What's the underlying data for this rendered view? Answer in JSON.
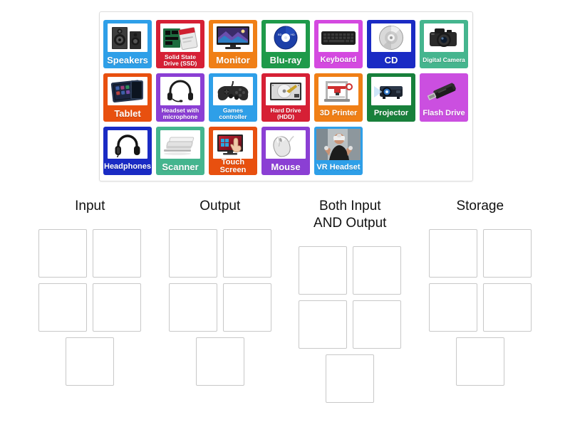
{
  "activity": {
    "type": "group-sort",
    "tile_bank": {
      "rows": [
        [
          {
            "label": "Speakers",
            "icon": "speakers-icon",
            "color": "#2e9fe8",
            "cap": "s-lg",
            "style": "pic"
          },
          {
            "label": "Solid State\nDrive (SSD)",
            "icon": "ssd-icon",
            "color": "#d62035",
            "cap": "s-sm",
            "style": "pic"
          },
          {
            "label": "Monitor",
            "icon": "monitor-icon",
            "color": "#f07f16",
            "cap": "s-lg",
            "style": "pic"
          },
          {
            "label": "Blu-ray",
            "icon": "bluray-disc-icon",
            "color": "#1e9a4a",
            "cap": "s-lg",
            "style": "pic"
          },
          {
            "label": "Keyboard",
            "icon": "keyboard-icon",
            "color": "#d449e0",
            "cap": "s-md",
            "style": "pic"
          },
          {
            "label": "CD",
            "icon": "cd-disc-icon",
            "color": "#1a2bc4",
            "cap": "s-lg",
            "style": "pic"
          },
          {
            "label": "Digital Camera",
            "icon": "camera-icon",
            "color": "#45b58e",
            "cap": "s-sm",
            "style": "pic"
          }
        ],
        [
          {
            "label": "Tablet",
            "icon": "tablet-icon",
            "color": "#e8500f",
            "cap": "s-lg",
            "style": "pic"
          },
          {
            "label": "Headset with\nmicrophone",
            "icon": "headset-icon",
            "color": "#8b3fd4",
            "cap": "s-sm",
            "style": "pic"
          },
          {
            "label": "Games\ncontroller",
            "icon": "gamepad-icon",
            "color": "#2e9fe8",
            "cap": "s-sm",
            "style": "pic"
          },
          {
            "label": "Hard Drive\n(HDD)",
            "icon": "hard-drive-icon",
            "color": "#d62035",
            "cap": "s-sm",
            "style": "pic"
          },
          {
            "label": "3D Printer",
            "icon": "printer-3d-icon",
            "color": "#f07f16",
            "cap": "s-md",
            "style": "pic"
          },
          {
            "label": "Projector",
            "icon": "projector-icon",
            "color": "#18803b",
            "cap": "s-md",
            "style": "pic"
          },
          {
            "label": "Flash Drive",
            "icon": "flash-drive-icon",
            "color": "#cb4fe0",
            "cap": "s-md",
            "style": "nopic"
          }
        ],
        [
          {
            "label": "Headphones",
            "icon": "headphones-icon",
            "color": "#1a2bc4",
            "cap": "s-md",
            "style": "pic"
          },
          {
            "label": "Scanner",
            "icon": "scanner-icon",
            "color": "#45b58e",
            "cap": "s-lg",
            "style": "pic"
          },
          {
            "label": "Touch Screen",
            "icon": "touch-screen-icon",
            "color": "#e8500f",
            "cap": "s-md",
            "style": "pic"
          },
          {
            "label": "Mouse",
            "icon": "mouse-icon",
            "color": "#8b3fd4",
            "cap": "s-lg",
            "style": "pic"
          },
          {
            "label": "VR Headset",
            "icon": "vr-headset-icon",
            "color": "#2e9fe8",
            "cap": "s-md",
            "style": "full"
          }
        ]
      ]
    },
    "categories": [
      {
        "title": "Input",
        "slots": 5
      },
      {
        "title": "Output",
        "slots": 5
      },
      {
        "title": "Both Input\nAND Output",
        "slots": 5
      },
      {
        "title": "Storage",
        "slots": 5
      }
    ]
  }
}
